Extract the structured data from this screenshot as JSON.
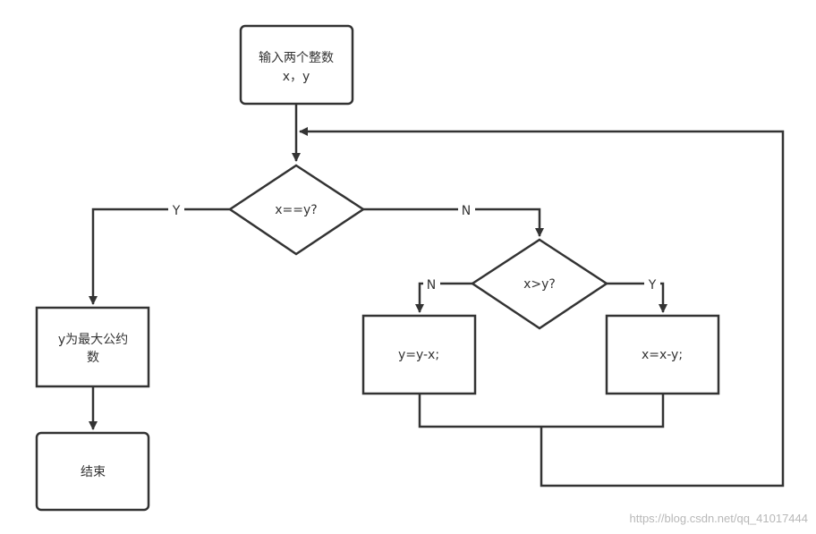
{
  "nodes": {
    "input": {
      "line1": "输入两个整数",
      "line2": "x，y"
    },
    "check_equal": "x==y?",
    "check_greater": "x>y?",
    "result": {
      "line1": "y为最大公约",
      "line2": "数"
    },
    "end": "结束",
    "sub_y": "y=y-x;",
    "sub_x": "x=x-y;"
  },
  "edge_labels": {
    "equal_yes": "Y",
    "equal_no": "N",
    "greater_no": "N",
    "greater_yes": "Y"
  },
  "watermark": "https://blog.csdn.net/qq_41017444",
  "colors": {
    "stroke": "#333333",
    "text": "#333333",
    "watermark": "#b8b8b8"
  }
}
